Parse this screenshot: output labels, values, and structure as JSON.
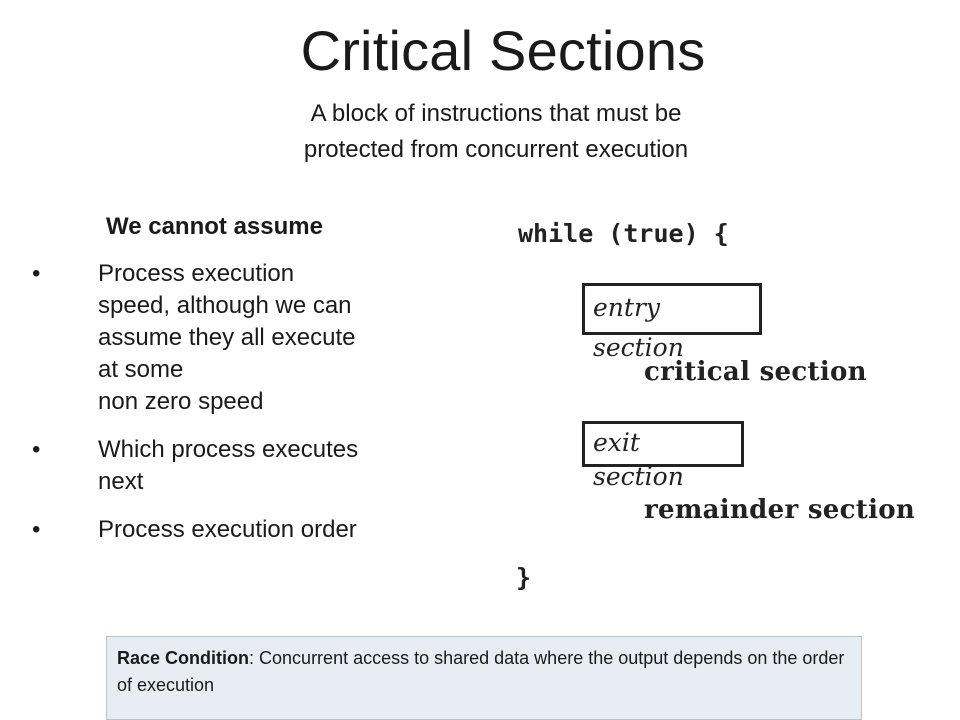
{
  "slide": {
    "title": "Critical Sections",
    "subtitle_lines": [
      "A block of instructions that must be",
      "protected from concurrent execution"
    ]
  },
  "assumptions": {
    "heading": "We cannot assume",
    "bullet_symbol": "•",
    "items": [
      {
        "lines": [
          "Process execution",
          "speed, although we can",
          "assume they all execute",
          "at some",
          "non zero speed"
        ]
      },
      {
        "lines": [
          "Which process executes",
          "next"
        ]
      },
      {
        "lines": [
          "Process execution order"
        ]
      }
    ]
  },
  "code_figure": {
    "open_line": "while (true) {",
    "entry_section": "entry section",
    "critical_section": "critical section",
    "exit_section": "exit section",
    "remainder_section": "remainder section",
    "close_line": "}"
  },
  "note": {
    "term": "Race Condition",
    "separator": ":",
    "definition": " Concurrent access to shared data where the output depends on the order of execution"
  },
  "colors": {
    "text": "#1a1a1a",
    "note_background": "#e8edf3",
    "note_border": "#b9c3cf"
  }
}
